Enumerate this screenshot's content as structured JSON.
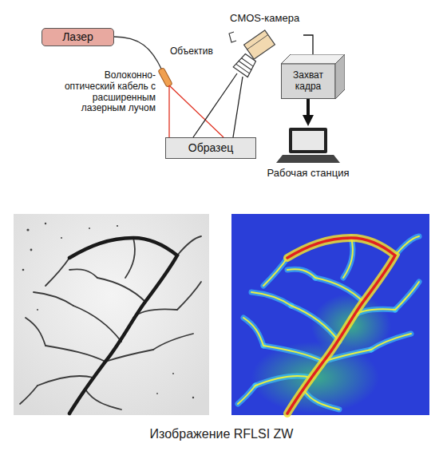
{
  "diagram": {
    "caption": "Изображение RFLSI ZW",
    "nodes": [
      {
        "text": [
          "Лазер"
        ]
      },
      {
        "text": [
          "CMOS-камера"
        ]
      },
      {
        "text": [
          "Захват кадра"
        ]
      },
      {
        "text": [
          "Образец"
        ]
      },
      {
        "text": [
          "Рабочая станция"
        ]
      }
    ],
    "edges": [
      {
        "from": 1,
        "to": 2,
        "arrow": "none"
      },
      {
        "from": 2,
        "to": 4,
        "arrow": "to"
      }
    ],
    "labels": [
      "Объектив",
      "Волоконно-оптический кабель с расширенным лазерным лучом"
    ]
  }
}
